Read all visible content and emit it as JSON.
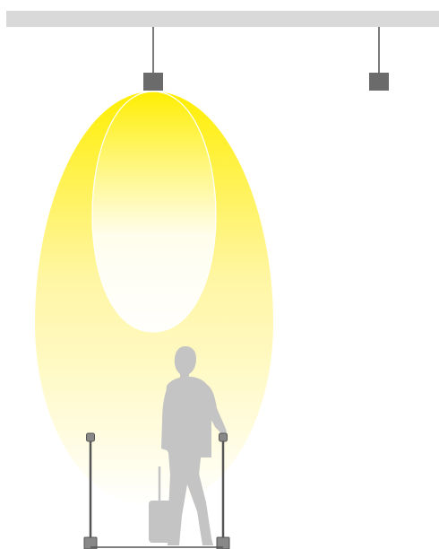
{
  "scene": {
    "colors": {
      "ceiling": "#d9d9d9",
      "rod": "#7a7a7a",
      "fixture": "#6b6b6b",
      "light_core": "#ffee00",
      "light_mid": "#fff59a",
      "light_fade": "#ffffff",
      "inner_beam_edge": "#ffffff",
      "person": "#c4c4c4",
      "suitcase": "#c4c4c4",
      "post": "#555555",
      "post_cap": "#888888",
      "floor_line": "#555555"
    },
    "icons": {
      "ceiling": "ceiling-track",
      "luminaire_on": "pendant-light-on-icon",
      "luminaire_off": "pendant-light-off-icon",
      "person": "standing-traveler-silhouette",
      "suitcase": "rolling-suitcase-icon",
      "stanchion": "queue-stanchion-post-icon"
    },
    "lights": [
      {
        "state": "on"
      },
      {
        "state": "off"
      }
    ]
  }
}
